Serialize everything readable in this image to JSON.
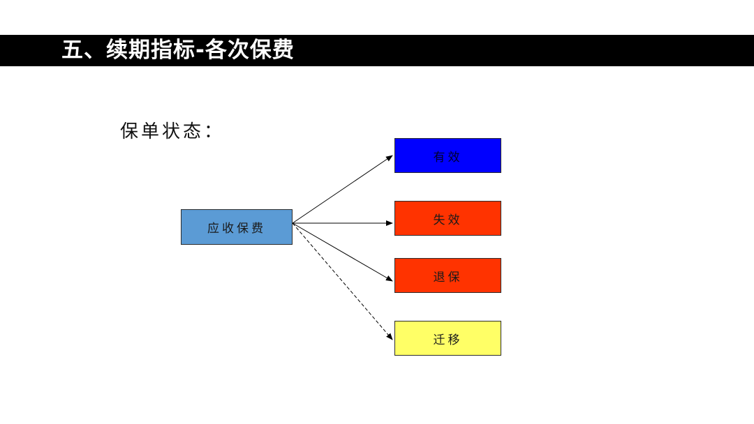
{
  "title": "五、续期指标-各次保费",
  "subtitle": "保单状态：",
  "diagram": {
    "source": {
      "label": "应收保费",
      "color": "#5B9BD5"
    },
    "targets": [
      {
        "label": "有效",
        "color": "#0000FF"
      },
      {
        "label": "失效",
        "color": "#FF3300"
      },
      {
        "label": "退保",
        "color": "#FF3300"
      },
      {
        "label": "迁移",
        "color": "#FFFF66"
      }
    ]
  }
}
